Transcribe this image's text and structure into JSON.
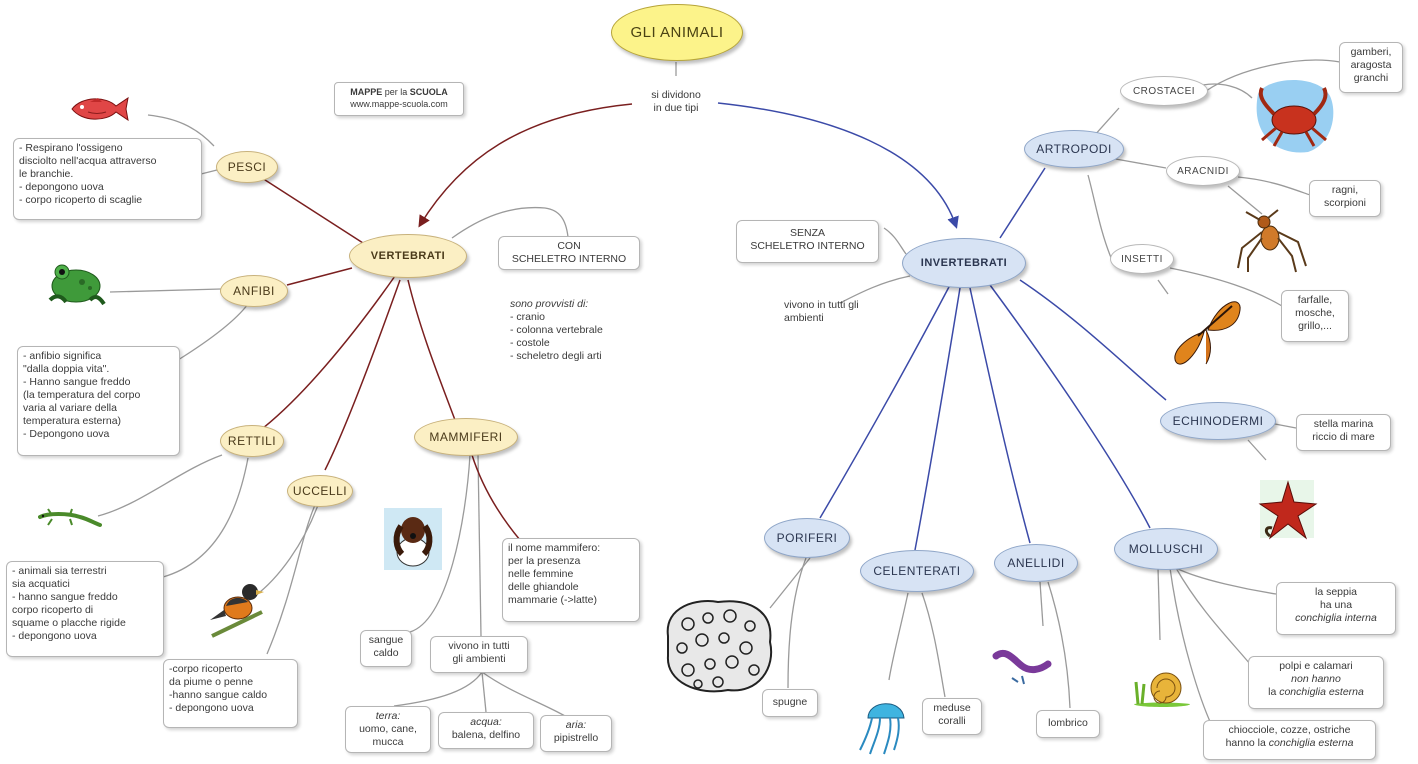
{
  "root": "GLI ANIMALI",
  "root_link": [
    "si dividono",
    "in due tipi"
  ],
  "credit": {
    "brand_a": "MAPPE",
    "brand_mid": " per la ",
    "brand_b": "SCUOLA",
    "url": "www.mappe-scuola.com"
  },
  "vertebrati": {
    "title": "VERTEBRATI",
    "skeleton": [
      "CON",
      "SCHELETRO INTERNO"
    ],
    "provided_title": "sono provvisti di:",
    "provided": [
      "- cranio",
      "- colonna vertebrale",
      "- costole",
      "- scheletro degli arti"
    ],
    "pesci": {
      "title": "PESCI",
      "desc": [
        "- Respirano l'ossigeno",
        "disciolto nell'acqua attraverso",
        "le branchie.",
        "- depongono uova",
        "- corpo ricoperto di scaglie"
      ]
    },
    "anfibi": {
      "title": "ANFIBI",
      "desc": [
        "- anfibio significa",
        "\"dalla doppia vita\".",
        "- Hanno sangue freddo",
        "(la temperatura del corpo",
        "varia al variare della",
        "temperatura esterna)",
        "- Depongono uova"
      ]
    },
    "rettili": {
      "title": "RETTILI",
      "desc": [
        "- animali sia terrestri",
        "sia acquatici",
        "- hanno sangue freddo",
        "corpo ricoperto di",
        "squame o placche rigide",
        "- depongono uova"
      ]
    },
    "uccelli": {
      "title": "UCCELLI",
      "desc": [
        "-corpo ricoperto",
        "da piume o penne",
        "-hanno sangue caldo",
        "- depongono uova"
      ]
    },
    "mammiferi": {
      "title": "MAMMIFERI",
      "name_desc": [
        "il nome mammifero:",
        "per la presenza",
        "nelle femmine",
        "delle ghiandole",
        "mammarie (->latte)"
      ],
      "blood": [
        "sangue",
        "caldo"
      ],
      "habitat": [
        "vivono in tutti",
        "gli ambienti"
      ],
      "terra": {
        "label": "terra:",
        "text": [
          "uomo, cane,",
          "mucca"
        ]
      },
      "acqua": {
        "label": "acqua:",
        "text": [
          "balena, delfino"
        ]
      },
      "aria": {
        "label": "aria:",
        "text": [
          "pipistrello"
        ]
      }
    }
  },
  "invertebrati": {
    "title": "INVERTEBRATI",
    "skeleton": [
      "SENZA",
      "SCHELETRO INTERNO"
    ],
    "habitat": [
      "vivono in tutti gli",
      "ambienti"
    ],
    "artropodi": {
      "title": "ARTROPODI",
      "crostacei": {
        "title": "CROSTACEI",
        "desc": [
          "gamberi,",
          "aragosta",
          "granchi"
        ]
      },
      "aracnidi": {
        "title": "ARACNIDI",
        "desc": [
          "ragni,",
          "scorpioni"
        ]
      },
      "insetti": {
        "title": "INSETTI",
        "desc": [
          "farfalle,",
          "mosche,",
          "grillo,..."
        ]
      }
    },
    "echinodermi": {
      "title": "ECHINODERMI",
      "desc": [
        "stella marina",
        "riccio di mare"
      ]
    },
    "poriferi": {
      "title": "PORIFERI",
      "desc": [
        "spugne"
      ]
    },
    "celenterati": {
      "title": "CELENTERATI",
      "desc": [
        "meduse",
        "coralli"
      ]
    },
    "anellidi": {
      "title": "ANELLIDI",
      "desc": [
        "lombrico"
      ]
    },
    "molluschi": {
      "title": "MOLLUSCHI",
      "seppia": {
        "a": "la seppia",
        "b": "ha una",
        "c": "conchiglia interna"
      },
      "polpi": {
        "a": "polpi e calamari",
        "b": "non  hanno",
        "c": "la ",
        "d": "conchiglia esterna"
      },
      "chiocciole": {
        "a": "chiocciole, cozze, ostriche",
        "b": "hanno la ",
        "c": "conchiglia esterna"
      }
    }
  },
  "colors": {
    "vertebrati_link": "#7a1f1f",
    "invertebrati_link": "#3b4aa8",
    "link_grey": "#9a9a9a",
    "root_fill": "#fcf38a",
    "yellow_node": "#fbefc4",
    "blue_node": "#d7e3f4"
  },
  "icons": [
    "fish-icon",
    "frog-icon",
    "lizard-icon",
    "bird-icon",
    "dog-icon",
    "crab-icon",
    "spider-icon",
    "butterfly-icon",
    "starfish-icon",
    "sponge-icon",
    "jellyfish-icon",
    "worm-icon",
    "snail-icon"
  ]
}
